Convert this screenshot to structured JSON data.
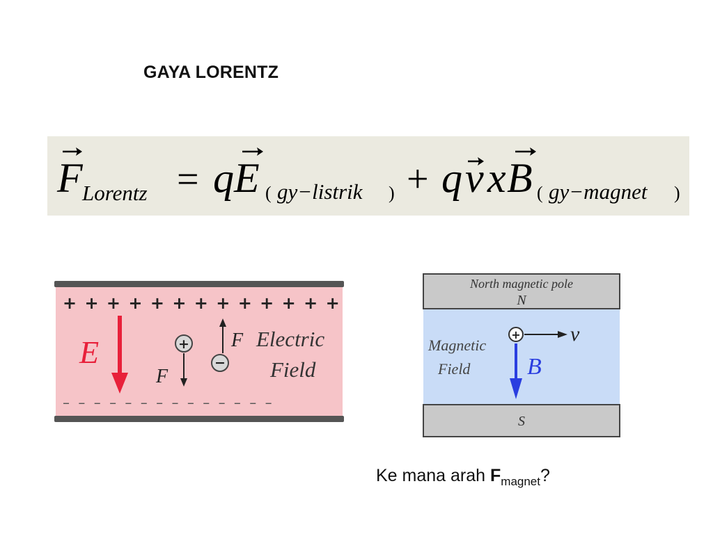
{
  "slide": {
    "title": "GAYA LORENTZ"
  },
  "formula": {
    "F": "F",
    "F_sub": "Lorentz",
    "equals": "=",
    "q1": "q",
    "E": "E",
    "E_sub_open": "(",
    "E_sub": "gy−listrik",
    "E_sub_close": ")",
    "plus": "+",
    "q2": "q",
    "v": "v",
    "x": "x",
    "B": "B",
    "B_sub_open": "(",
    "B_sub": "gy−magnet",
    "B_sub_close": ")",
    "bg_color": "#ebeae0"
  },
  "electric_diagram": {
    "plus_signs": "+ + + + + + + + + + + + + +",
    "minus_signs": "– – – – – – – – – – – – – –",
    "E_label": "E",
    "F_label_pos": "F",
    "F_label_neg": "F",
    "pos_charge": "+",
    "neg_charge": "−",
    "field_label_1": "Electric",
    "field_label_2": "Field",
    "bg_color": "#f6c4c8",
    "arrow_color": "#e8203a"
  },
  "magnetic_diagram": {
    "north_label": "North magnetic pole",
    "N_label": "N",
    "S_label": "S",
    "field_label_1": "Magnetic",
    "field_label_2": "Field",
    "B_label": "B",
    "v_label": "v",
    "charge": "+",
    "bg_color": "#c9dcf7",
    "pole_color": "#c9c9c9",
    "arrow_color": "#2a3ee0"
  },
  "question": {
    "prefix": "Ke mana arah ",
    "bold": "F",
    "sub": "magnet",
    "suffix": "?"
  }
}
